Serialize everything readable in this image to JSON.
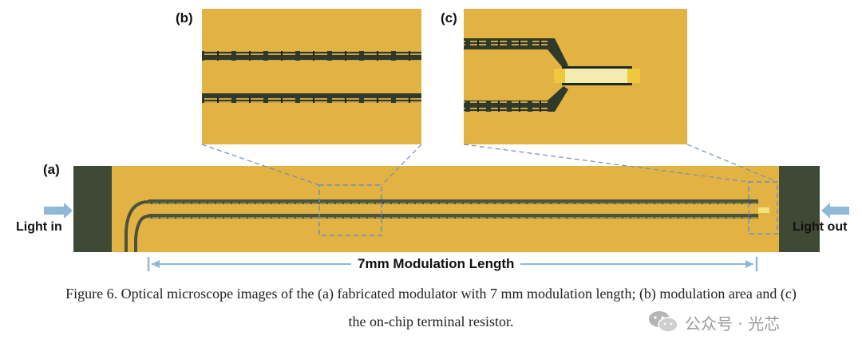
{
  "figure": {
    "panel_labels": {
      "a": "(a)",
      "b": "(b)",
      "c": "(c)"
    },
    "light_in": "Light in",
    "light_out": "Light out",
    "modulation_length_label": "7mm Modulation Length",
    "caption_line1": "Figure 6. Optical microscope images of the (a) fabricated modulator with 7 mm modulation length; (b) modulation area and (c)",
    "caption_line2": "the on-chip terminal resistor."
  },
  "watermark": {
    "text": "公众号 · 光芯",
    "icon": "wechat-icon"
  },
  "colors": {
    "gold": "#e2b243",
    "dark_pad": "#3f4a36",
    "arrow_blue": "#8fb8d8",
    "dash_blue": "#6c8fc0"
  }
}
